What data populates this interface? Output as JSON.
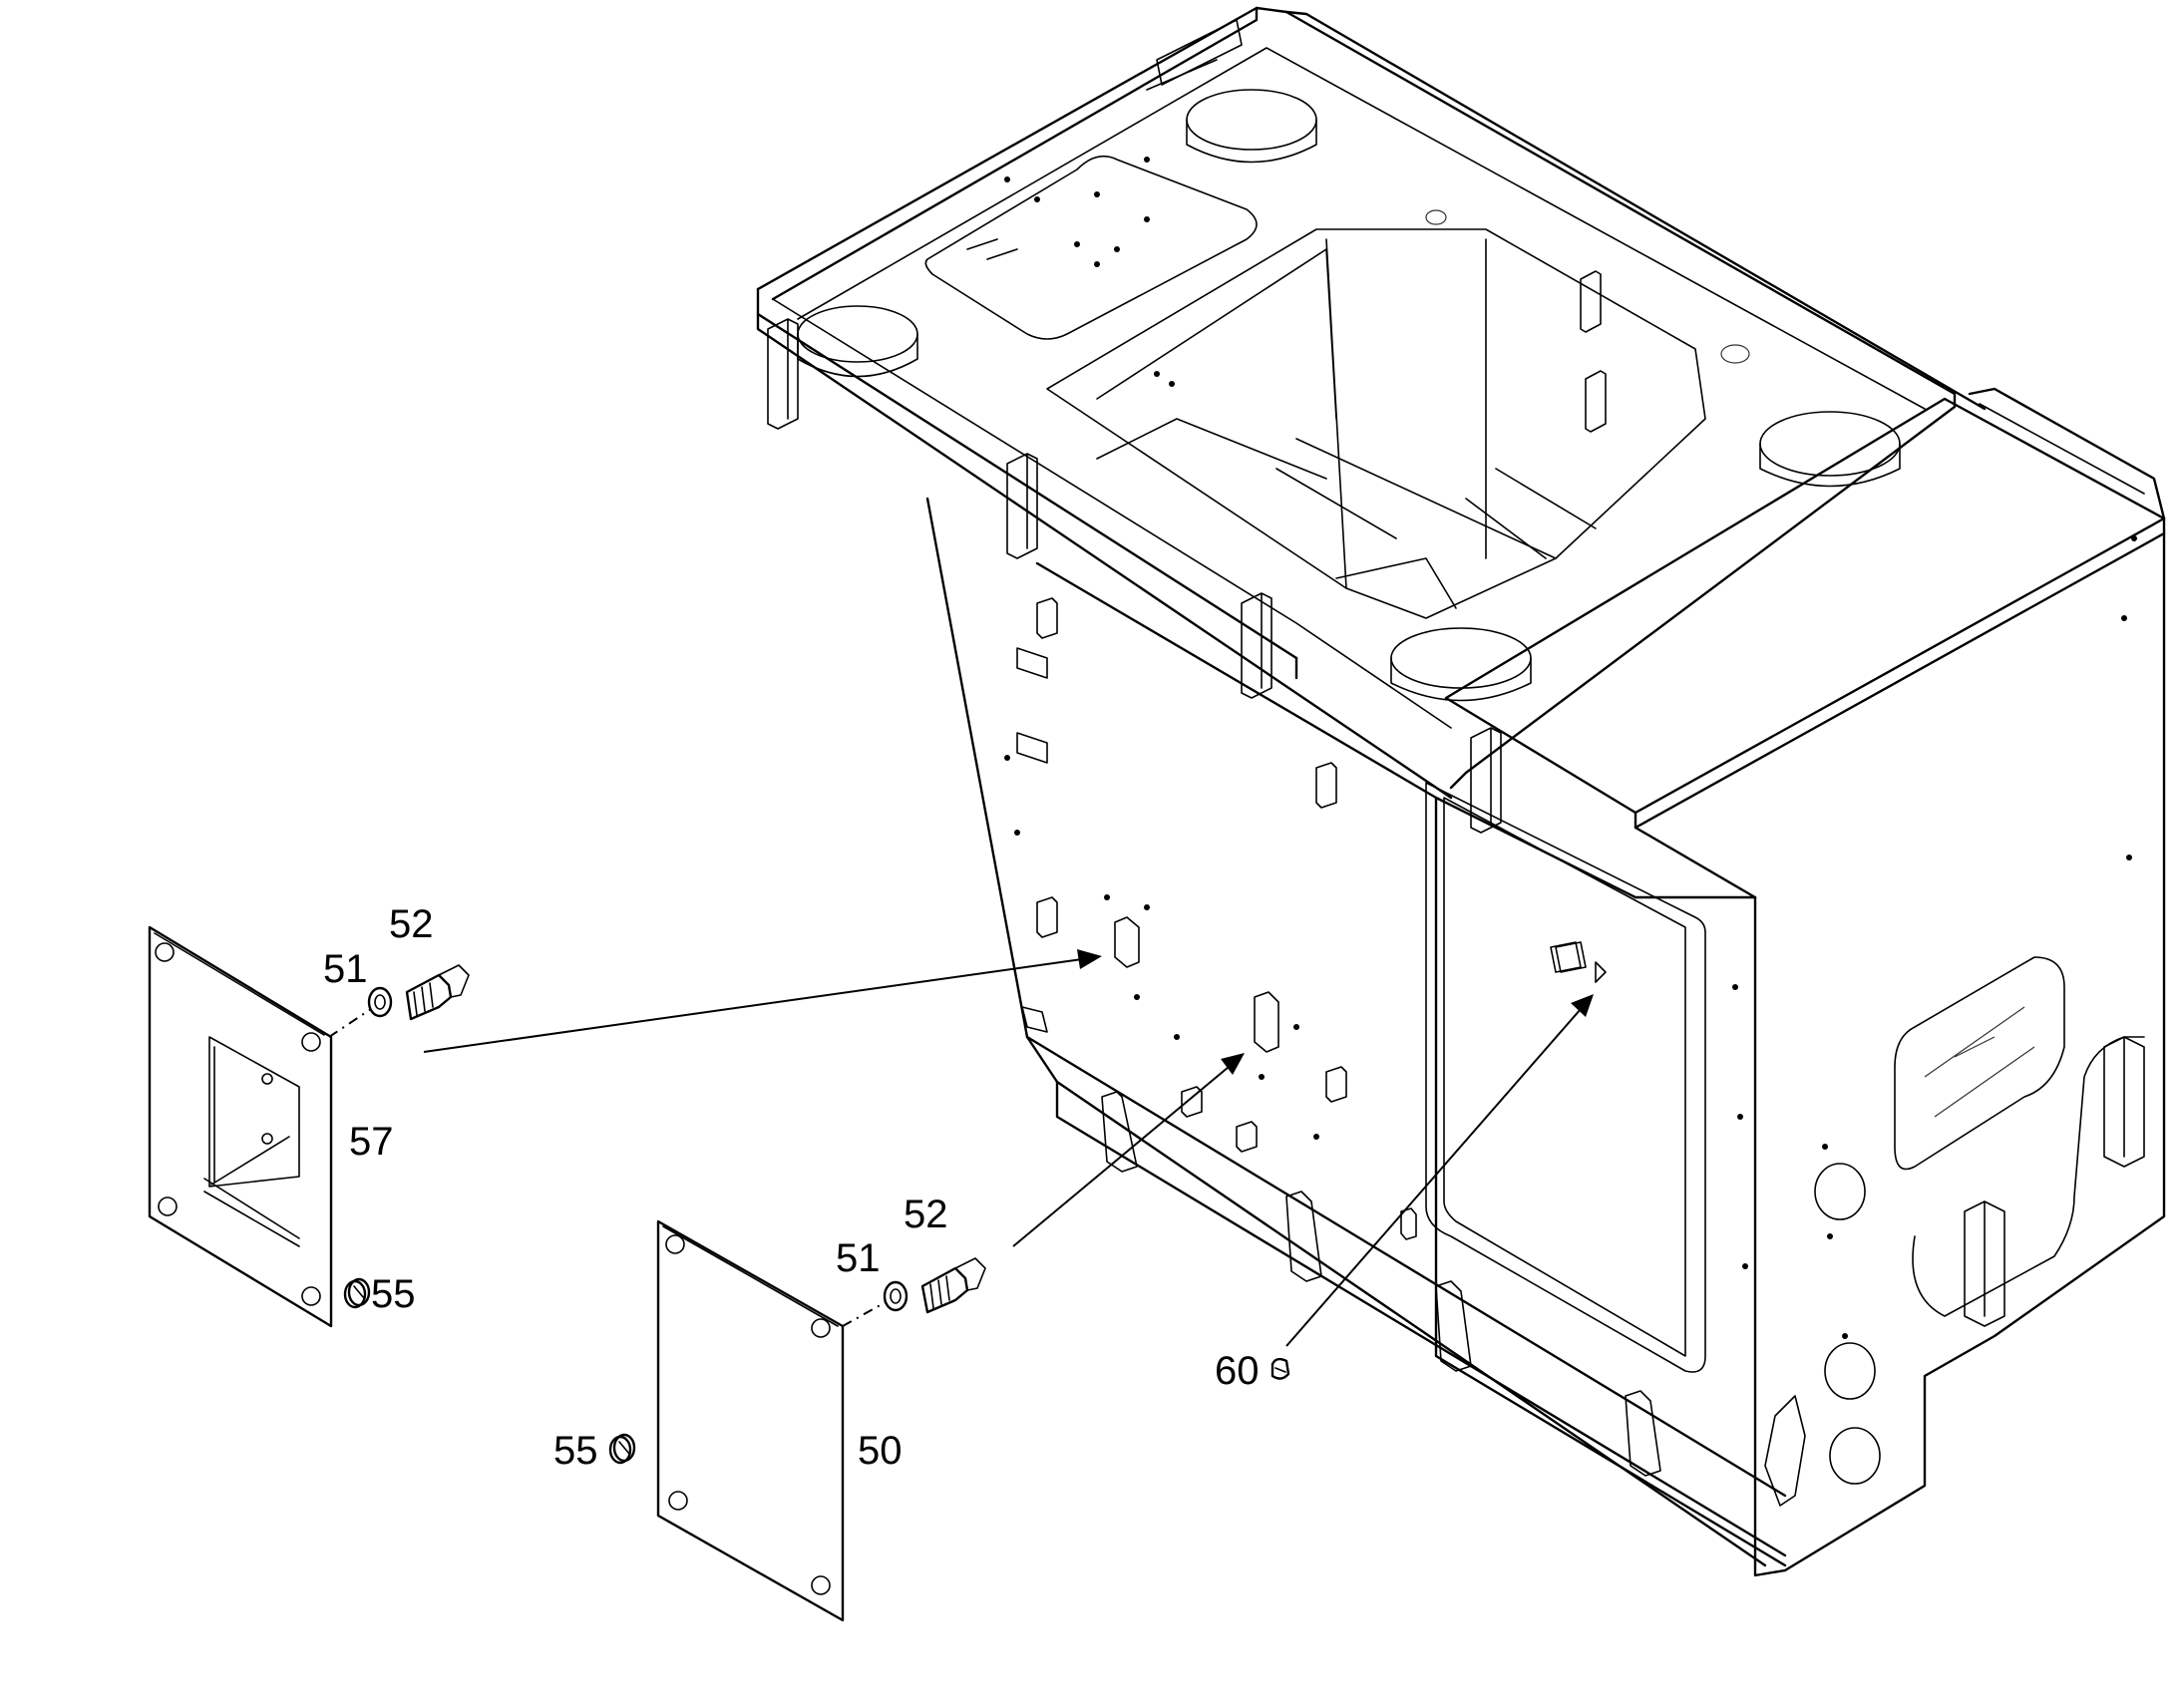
{
  "callouts": {
    "c57": "57",
    "c55a": "55",
    "c51a": "51",
    "c52a": "52",
    "c51b": "51",
    "c52b": "52",
    "c55b": "55",
    "c50": "50",
    "c60": "60"
  }
}
